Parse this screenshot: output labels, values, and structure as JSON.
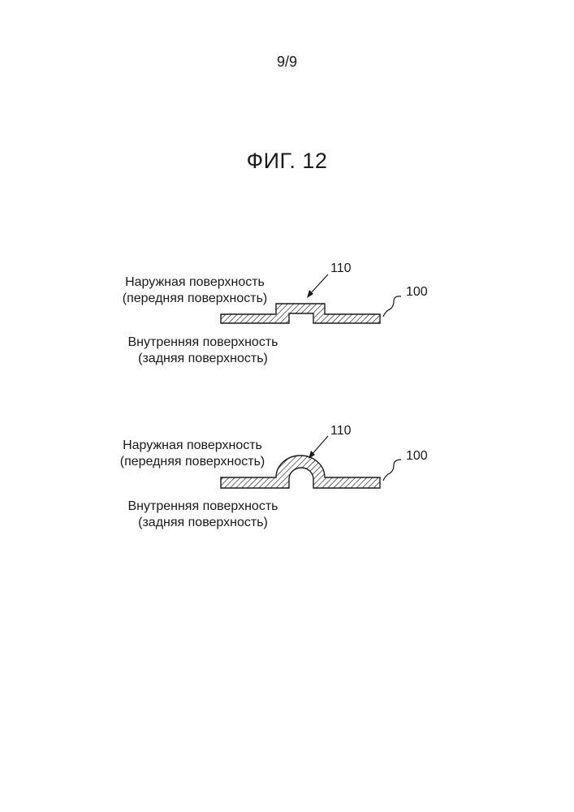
{
  "page_number": "9/9",
  "figure_title": "ФИГ. 12",
  "figures": [
    {
      "outer_line1": "Наружная поверхность",
      "outer_line2": "(передняя поверхность)",
      "inner_line1": "Внутренняя поверхность",
      "inner_line2": "(задняя поверхность)",
      "ref_bulge": "110",
      "ref_sheet": "100"
    },
    {
      "outer_line1": "Наружная поверхность",
      "outer_line2": "(передняя поверхность)",
      "inner_line1": "Внутренняя поверхность",
      "inner_line2": "(задняя поверхность)",
      "ref_bulge": "110",
      "ref_sheet": "100"
    }
  ]
}
